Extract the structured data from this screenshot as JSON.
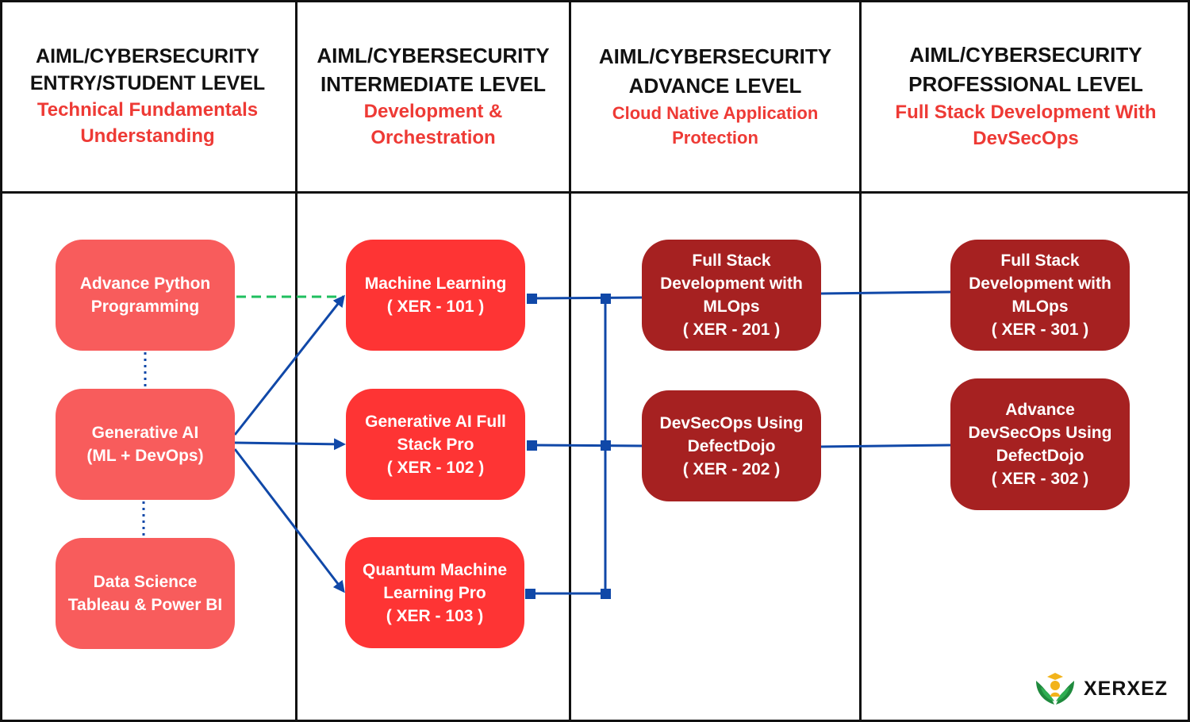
{
  "headers": [
    {
      "title": "AIML/CYBERSECURITY ENTRY/STUDENT LEVEL",
      "subtitle": "Technical Fundamentals Understanding"
    },
    {
      "title": "AIML/CYBERSECURITY INTERMEDIATE LEVEL",
      "subtitle": "Development & Orchestration"
    },
    {
      "title": "AIML/CYBERSECURITY ADVANCE LEVEL",
      "subtitle": "Cloud Native Application Protection"
    },
    {
      "title": "AIML/CYBERSECURITY PROFESSIONAL LEVEL",
      "subtitle": "Full Stack Development With DevSecOps"
    }
  ],
  "nodes": {
    "python": "Advance Python\nProgramming",
    "genai": "Generative AI\n(ML + DevOps)",
    "datasci": "Data Science\nTableau & Power BI",
    "ml101": "Machine Learning\n( XER - 101 )",
    "gen102": "Generative AI Full\nStack Pro\n( XER - 102 )",
    "qml103": "Quantum Machine\nLearning Pro\n( XER - 103 )",
    "fs201": "Full Stack\nDevelopment with\nMLOps\n( XER - 201 )",
    "dso202": "DevSecOps Using\nDefectDojo\n( XER - 202 )",
    "fs301": "Full Stack\nDevelopment with\nMLOps\n( XER - 301 )",
    "dso302": "Advance\nDevSecOps Using\nDefectDojo\n( XER - 302 )"
  },
  "brand": {
    "name": "XERXEZ"
  },
  "colors": {
    "entry": "#f85c5c",
    "intermediate": "#fe3434",
    "advance": "#a62121",
    "link": "#1048a8",
    "dashed": "#1fbf5f",
    "subtitle": "#ee3a35"
  }
}
